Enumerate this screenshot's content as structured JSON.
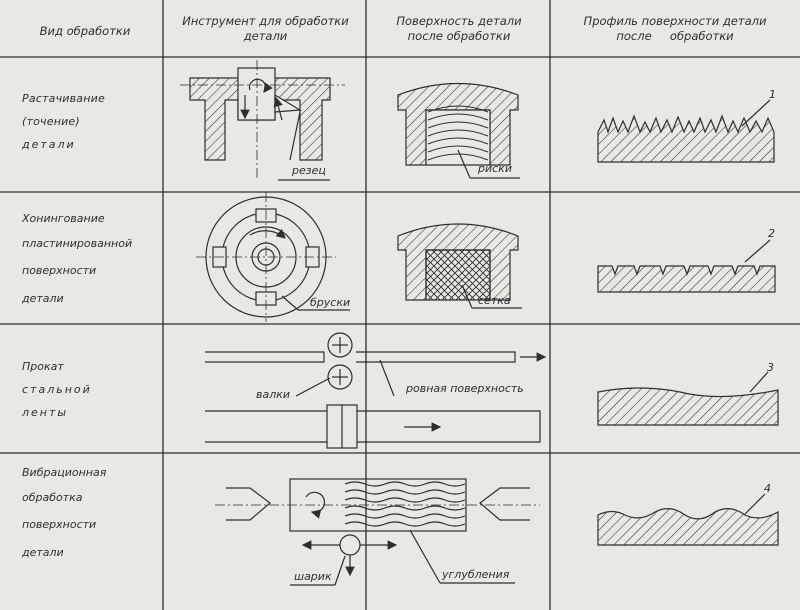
{
  "headers": {
    "col1": "Вид обработки",
    "col2_line1": "Инструмент для обработки",
    "col2_line2": "детали",
    "col3_line1": "Поверхность детали",
    "col3_line2": "после обработки",
    "col4_line1": "Профиль поверхности детали",
    "col4_line2": "после     обработки"
  },
  "rows": [
    {
      "process_lines": [
        "Растачивание",
        "(точение)",
        "детали"
      ],
      "tool_label": "резец",
      "surface_label": "риски",
      "profile_number": "1"
    },
    {
      "process_lines": [
        "Хонингование",
        "пластинированной",
        "поверхности",
        "детали"
      ],
      "tool_label": "бруски",
      "surface_label": "сетка",
      "profile_number": "2"
    },
    {
      "process_lines": [
        "Прокат",
        "стальной",
        "ленты"
      ],
      "tool_label": "валки",
      "surface_label": "ровная поверхность",
      "profile_number": "3"
    },
    {
      "process_lines": [
        "Вибрационная",
        "обработка",
        "поверхности",
        "детали"
      ],
      "tool_label": "шарик",
      "surface_label": "углубления",
      "profile_number": "4"
    }
  ]
}
